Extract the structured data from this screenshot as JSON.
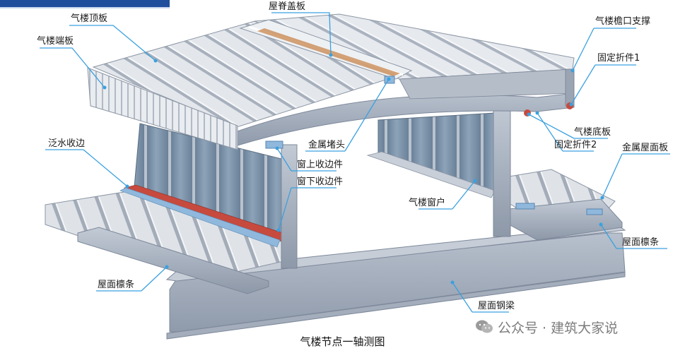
{
  "labels": {
    "roof_ridge_cap": "屋脊盖板",
    "monitor_roof_panel": "气楼顶板",
    "monitor_end_panel": "气楼端板",
    "eave_bracket": "气楼檐口支撑",
    "fixed_bracket_1": "固定折件1",
    "monitor_bottom_panel": "气楼底板",
    "flashing_trim": "泛水收边",
    "metal_end_plug": "金属堵头",
    "fixed_bracket_2": "固定折件2",
    "metal_roof_panel": "金属屋面板",
    "window_top_trim": "窗上收边件",
    "window_bottom_trim": "窗下收边件",
    "monitor_window": "气楼窗户",
    "roof_purlin_right": "屋面檩条",
    "roof_purlin_left": "屋面檩条",
    "roof_steel_beam": "屋面钢梁"
  },
  "caption": "气楼节点一轴测图",
  "watermark": "公众号 · 建筑大家说",
  "colors": {
    "steel": "#a9b3c1",
    "panel": "#d9dde3",
    "glass": "#7d93a8",
    "trim_red": "#c74a3e",
    "callout_line": "#3aa0e0",
    "header": "#1f4e9c"
  }
}
